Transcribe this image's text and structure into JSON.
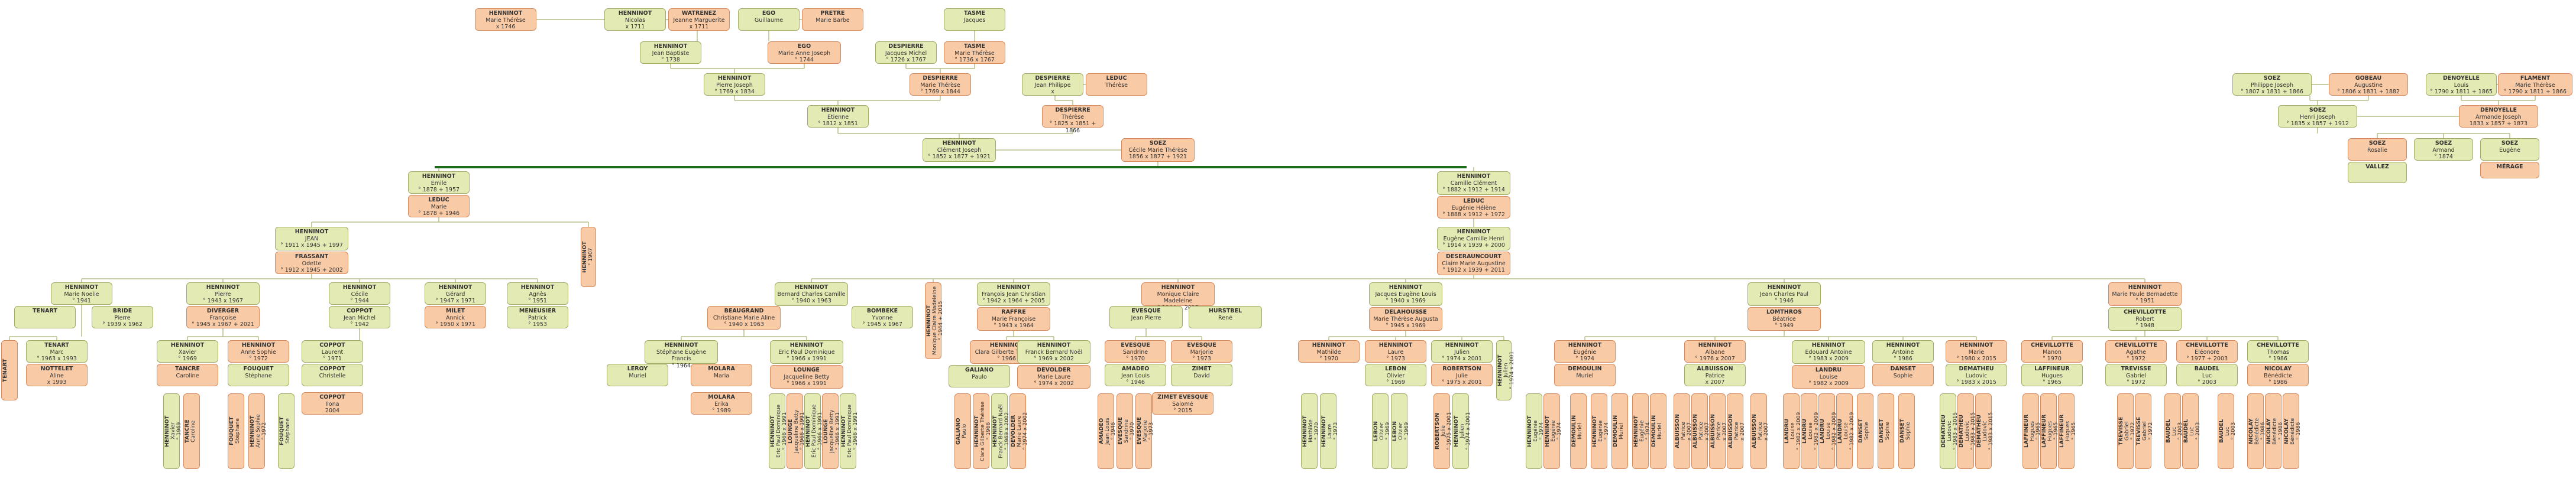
{
  "colors": {
    "male": "#e4eab4",
    "female": "#f9caa6",
    "line": "#b7bd86",
    "main_line": "#1c6b1c",
    "frame": "#9aa072"
  },
  "people": {
    "p1": [
      "HENNINOT",
      "Marie Thérèse",
      "x 1746"
    ],
    "p2": [
      "HENNINOT",
      "Nicolas",
      "x 1711"
    ],
    "p3": [
      "WATRENEZ",
      "Jeanne Marguerite",
      "x 1711"
    ],
    "p4": [
      "EGO",
      "Guillaume",
      ""
    ],
    "p5": [
      "PRETRE",
      "Marie Barbe",
      ""
    ],
    "p6": [
      "TASME",
      "Jacques",
      ""
    ],
    "p7": [
      "HENNINOT",
      "Jean Baptiste",
      "° 1738"
    ],
    "p8": [
      "EGO",
      "Marie Anne Joseph",
      "° 1744"
    ],
    "p9": [
      "DESPIERRE",
      "Jacques Michel",
      "° 1726  x 1767"
    ],
    "p10": [
      "TASME",
      "Marie Thérèse",
      "° 1736  x 1767"
    ],
    "p11": [
      "HENNINOT",
      "Pierre Joseph",
      "° 1769  x 1834"
    ],
    "p12": [
      "DESPIERRE",
      "Marie Thérèse",
      "° 1769  x 1844"
    ],
    "p13": [
      "DESPIERRE",
      "Jean Philippe",
      "x"
    ],
    "p14": [
      "LEDUC",
      "Thérèse",
      ""
    ],
    "p15": [
      "HENNINOT",
      "Etienne",
      "° 1812  x 1851"
    ],
    "p16": [
      "DESPIERRE",
      "Thérèse",
      "° 1825  x 1851  + 1866"
    ],
    "p17": [
      "HENNINOT",
      "Clément Joseph",
      "° 1852  x 1877  + 1921"
    ],
    "p18": [
      "SOEZ",
      "Cécile Marie Thérèse",
      "1856  x 1877  + 1921"
    ],
    "p19": [
      "SOEZ",
      "Philippe Joseph",
      "° 1807  x 1831  + 1866"
    ],
    "p20": [
      "GOBEAU",
      "Augustine",
      "° 1806  x 1831  + 1882"
    ],
    "p21": [
      "DENOYELLE",
      "Louis",
      "° 1790  x 1811  + 1865"
    ],
    "p22": [
      "FLAMENT",
      "Marie Thérèse",
      "° 1790  x 1811  + 1866"
    ],
    "p23": [
      "SOEZ",
      "Henri Joseph",
      "° 1835  x 1857  + 1912"
    ],
    "p24": [
      "DENOYELLE",
      "Armande Joseph",
      "1833  x 1857  + 1873"
    ],
    "p25": [
      "SOEZ",
      "Rosalie",
      ""
    ],
    "p26": [
      "SOEZ",
      "Armand",
      "° 1874"
    ],
    "p27": [
      "SOEZ",
      "Eugène",
      ""
    ],
    "p28": [
      "VALLEZ",
      "",
      ""
    ],
    "p29": [
      "MÉRAGE",
      "",
      ""
    ],
    "p30": [
      "HENNINOT",
      "Emile",
      "° 1878  + 1957"
    ],
    "p31": [
      "LEDUC",
      "Marie",
      "° 1878  + 1946"
    ],
    "p32": [
      "HENNINOT",
      "Camille Clément",
      "° 1882  x 1912  + 1914"
    ],
    "p33": [
      "LEDUC",
      "Eugénie Hélène",
      "° 1888  x 1912  + 1972"
    ],
    "p34": [
      "HENNINOT",
      "Eugène Camille Henri",
      "° 1914  x 1939  + 2000"
    ],
    "p35": [
      "DESERAUNCOURT",
      "Claire Marie Augustine",
      "° 1912  x 1939  + 2011"
    ],
    "p36": [
      "HENNINOT",
      "JEAN",
      "° 1911  x 1945  + 1997"
    ],
    "p37": [
      "FRASSANT",
      "Odette",
      "° 1912  x 1945  + 2002"
    ],
    "p38": [
      "HENNINOT",
      "",
      "° 1907"
    ],
    "p39": [
      "HENNINOT",
      "Marie Noelie",
      "° 1941"
    ],
    "p40": [
      "HENNINOT",
      "Pierre",
      "° 1943  x 1967"
    ],
    "p41": [
      "HENNINOT",
      "Cécile",
      "° 1944"
    ],
    "p42": [
      "HENNINOT",
      "Gérard",
      "° 1947  x 1971"
    ],
    "p43": [
      "HENNINOT",
      "Agnès",
      "° 1951"
    ],
    "p44": [
      "TENART",
      "",
      ""
    ],
    "p45": [
      "BRIDE",
      "Pierre",
      "° 1939  x 1962"
    ],
    "p46": [
      "DIVERGER",
      "Françoise",
      "° 1945  x 1967  + 2021"
    ],
    "p47": [
      "COPPOT",
      "Jean Michel",
      "° 1942"
    ],
    "p48": [
      "MILET",
      "Annick",
      "° 1950  x 1971"
    ],
    "p49": [
      "MENEUSIER",
      "Patrick",
      "° 1953"
    ],
    "p50": [
      "TENART",
      "",
      ""
    ],
    "p51": [
      "TENART",
      "Marc",
      "° 1963  x 1993"
    ],
    "p52": [
      "NOTTELET",
      "Aline",
      "x 1993"
    ],
    "p53": [
      "HENNINOT",
      "Xavier",
      "° 1969"
    ],
    "p54": [
      "HENNINOT",
      "Anne Sophie",
      "° 1972"
    ],
    "p55": [
      "TANCRE",
      "Caroline",
      ""
    ],
    "p56": [
      "FOUQUET",
      "Stéphane",
      ""
    ],
    "p57": [
      "COPPOT",
      "Laurent",
      "° 1971"
    ],
    "p58": [
      "COPPOT",
      "Christelle",
      ""
    ],
    "p59": [
      "COPPOT",
      "Ilona",
      "2004"
    ],
    "p60": [
      "HENNINOT",
      "Bernard Charles Camille",
      "° 1940  x 1963"
    ],
    "p61": [
      "BEAUGRAND",
      "Christiane Marie Aline",
      "° 1940  x 1963"
    ],
    "p62": [
      "BOMBEKE",
      "Yvonne",
      "° 1945  x 1967"
    ],
    "p63": [
      "HENNINOT",
      "François Jean Christian",
      "° 1942  x 1964  + 2005"
    ],
    "p64": [
      "RAFFRE",
      "Marie Françoise",
      "° 1943  x 1964"
    ],
    "p65": [
      "HENNINOT",
      "Monique Claire Madeleine",
      "° 1944  + 2015"
    ],
    "p66": [
      "EVESQUE",
      "Jean Pierre",
      ""
    ],
    "p67": [
      "HURSTBEL",
      "René",
      ""
    ],
    "p68": [
      "HENNINOT",
      "Stéphane Eugène Francis",
      "° 1964"
    ],
    "p69": [
      "MOLARA",
      "Maria",
      ""
    ],
    "p70": [
      "HENNINOT",
      "Eric Paul Dominique",
      "° 1966  x 1991"
    ],
    "p71": [
      "LOUNGE",
      "Jacqueline Betty",
      "° 1966  x 1991"
    ],
    "p72": [
      "LEROY",
      "Muriel",
      ""
    ],
    "p73": [
      "MOLARA",
      "Erika",
      "° 1989"
    ],
    "p74": [
      "HENNINOT",
      "Clara Gilberte Thérèse",
      "° 1966"
    ],
    "p75": [
      "HENNINOT",
      "Franck Bernard Noël",
      "° 1969  x 2002"
    ],
    "p76": [
      "GALIANO",
      "Paulo",
      ""
    ],
    "p77": [
      "DEVOLDER",
      "Marie Laure",
      "° 1974  x 2002"
    ],
    "p78": [
      "EVESQUE",
      "Sandrine",
      "° 1970"
    ],
    "p79": [
      "EVESQUE",
      "Marjorie",
      "° 1973"
    ],
    "p80": [
      "AMADEO",
      "Jean Louis",
      "° 1946"
    ],
    "p81": [
      "ZIMET",
      "David",
      ""
    ],
    "p82": [
      "ZIMET EVESQUE",
      "Salomé",
      "° 2015"
    ],
    "p83": [
      "HENNINOT",
      "Jacques Eugène Louis",
      "° 1940  x 1969"
    ],
    "p84": [
      "DELAHOUSSE",
      "Marie Thérèse Augusta",
      "° 1945  x 1969"
    ],
    "p85": [
      "HENNINOT",
      "Jean Charles Paul",
      "° 1946"
    ],
    "p86": [
      "LOMTHROS",
      "Béatrice",
      "° 1949"
    ],
    "p87": [
      "HENNINOT",
      "Marie Paule Bernadette",
      "° 1951"
    ],
    "p88": [
      "CHEVILLOTTE",
      "Robert",
      "° 1948"
    ],
    "p89": [
      "HENNINOT",
      "Mathilde",
      "° 1970"
    ],
    "p90": [
      "HENNINOT",
      "Laure",
      "° 1973"
    ],
    "p91": [
      "HENNINOT",
      "Julien",
      "° 1974  x 2001"
    ],
    "p92": [
      "LEBON",
      "Olivier",
      "° 1969"
    ],
    "p93": [
      "ROBERTSON",
      "Julie",
      "° 1975  x 2001"
    ],
    "p94": [
      "HENNINOT",
      "Eugénie",
      "° 1974"
    ],
    "p95": [
      "HENNINOT",
      "Albane",
      "° 1976  x 2007"
    ],
    "p96": [
      "HENNINOT",
      "Edouard Antoine",
      "° 1983  x 2009"
    ],
    "p97": [
      "HENNINOT",
      "Antoine",
      "° 1986"
    ],
    "p98": [
      "HENNINOT",
      "Marie",
      "° 1980  x 2015"
    ],
    "p99": [
      "DEMOULIN",
      "Muriel",
      ""
    ],
    "p100": [
      "ALBUISSON",
      "Patrice",
      "x 2007"
    ],
    "p101": [
      "LANDRU",
      "Louise",
      "° 1982  x 2009"
    ],
    "p102": [
      "DANSET",
      "Sophie",
      ""
    ],
    "p103": [
      "DEMATHEU",
      "Ludovic",
      "° 1983  x 2015"
    ],
    "p104": [
      "CHEVILLOTTE",
      "Manon",
      "° 1970"
    ],
    "p105": [
      "CHEVILLOTTE",
      "Agathe",
      "° 1972"
    ],
    "p106": [
      "CHEVILLOTTE",
      "Eléonore",
      "° 1977  + 2003"
    ],
    "p107": [
      "CHEVILLOTTE",
      "Thomas",
      "° 1986"
    ],
    "p108": [
      "LAFFINEUR",
      "Hugues",
      "° 1965"
    ],
    "p109": [
      "TREVISSE",
      "Gabriel",
      "° 1972"
    ],
    "p110": [
      "BAUDEL",
      "Luc",
      "° 2003"
    ],
    "p111": [
      "NICOLAY",
      "Bénédicte",
      "° 1986"
    ]
  }
}
